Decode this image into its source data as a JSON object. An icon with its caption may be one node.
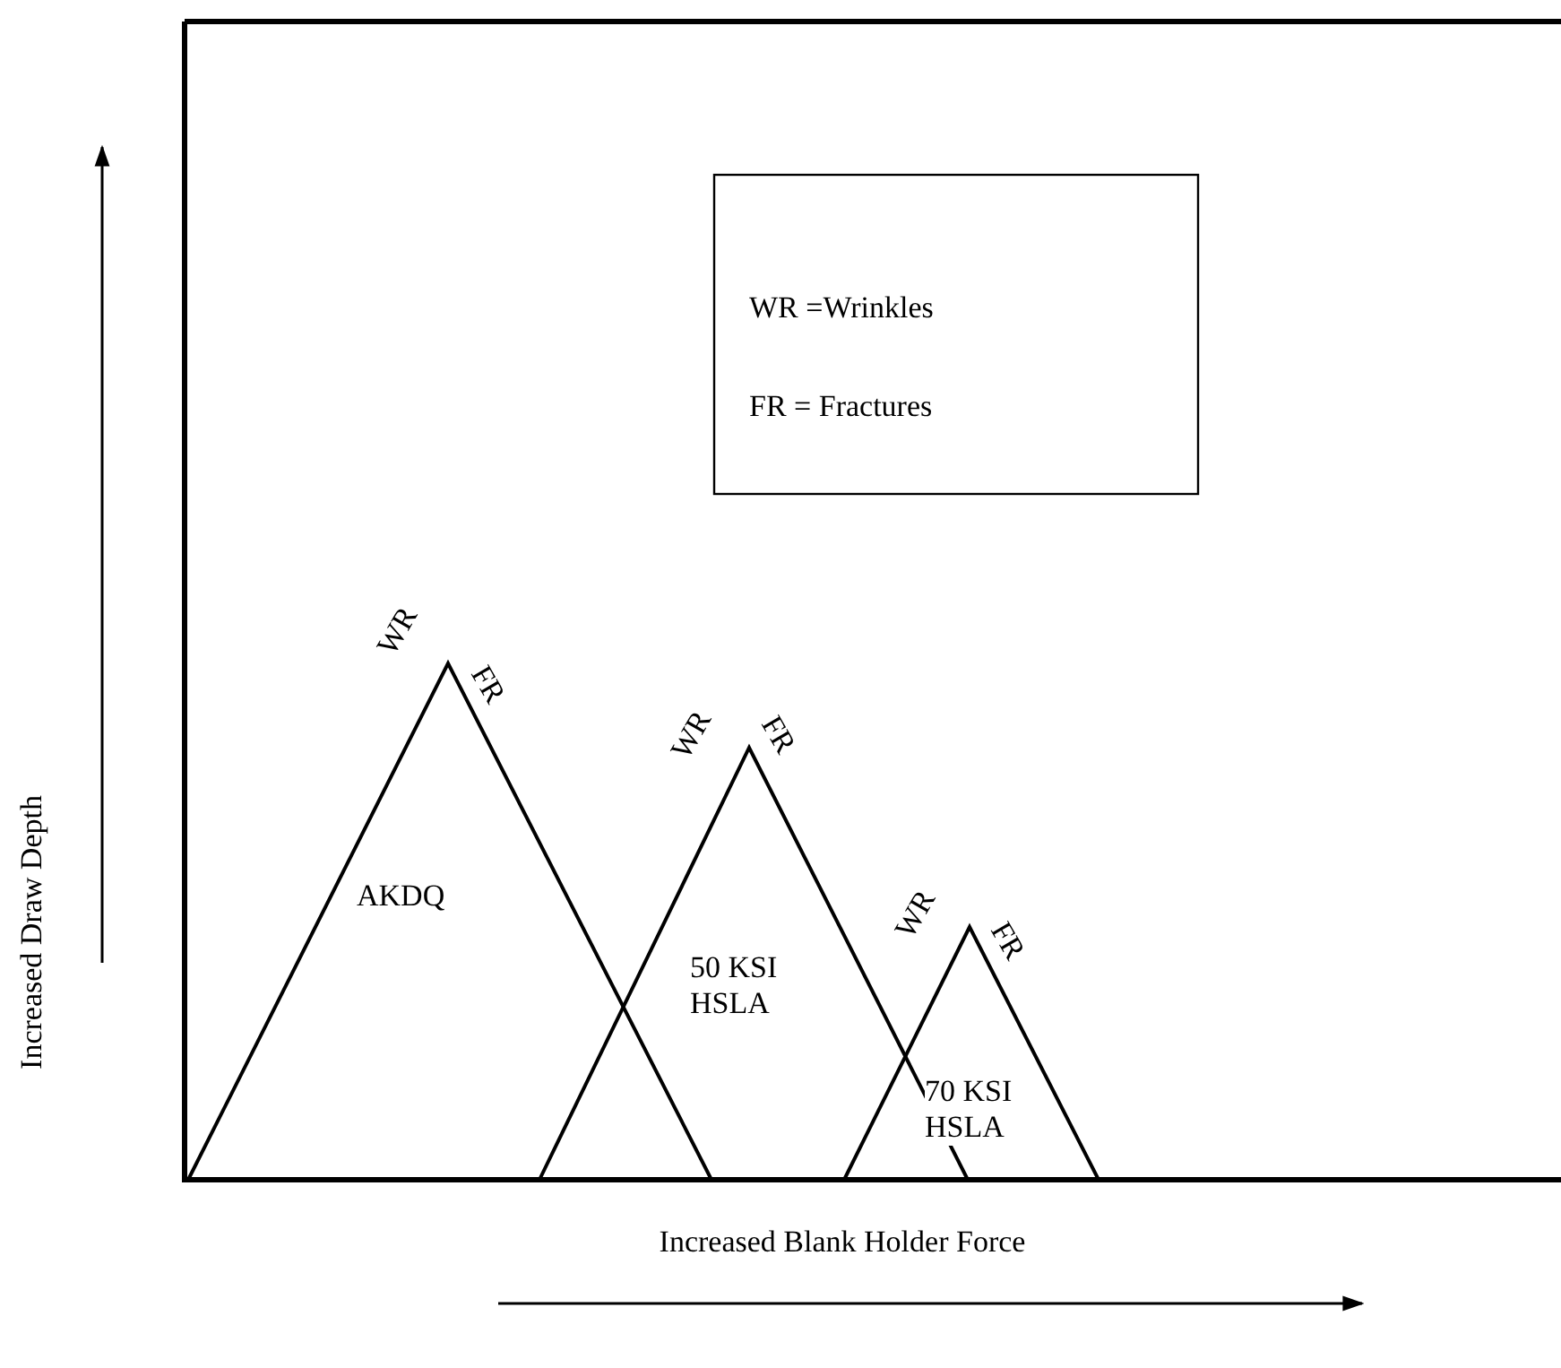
{
  "diagram": {
    "nodes": [
      {
        "text": [
          "WR =Wrinkles",
          "FR = Fractures"
        ]
      },
      {
        "text": [
          "AKDQ"
        ]
      },
      {
        "text": [
          "50 KSI HSLA"
        ]
      },
      {
        "text": [
          "70 KSI HSLA"
        ]
      }
    ],
    "labels": [
      "WR",
      "FR",
      "WR",
      "FR",
      "WR",
      "FR",
      "Increased Draw Depth",
      "Increased Blank Holder Force"
    ]
  }
}
